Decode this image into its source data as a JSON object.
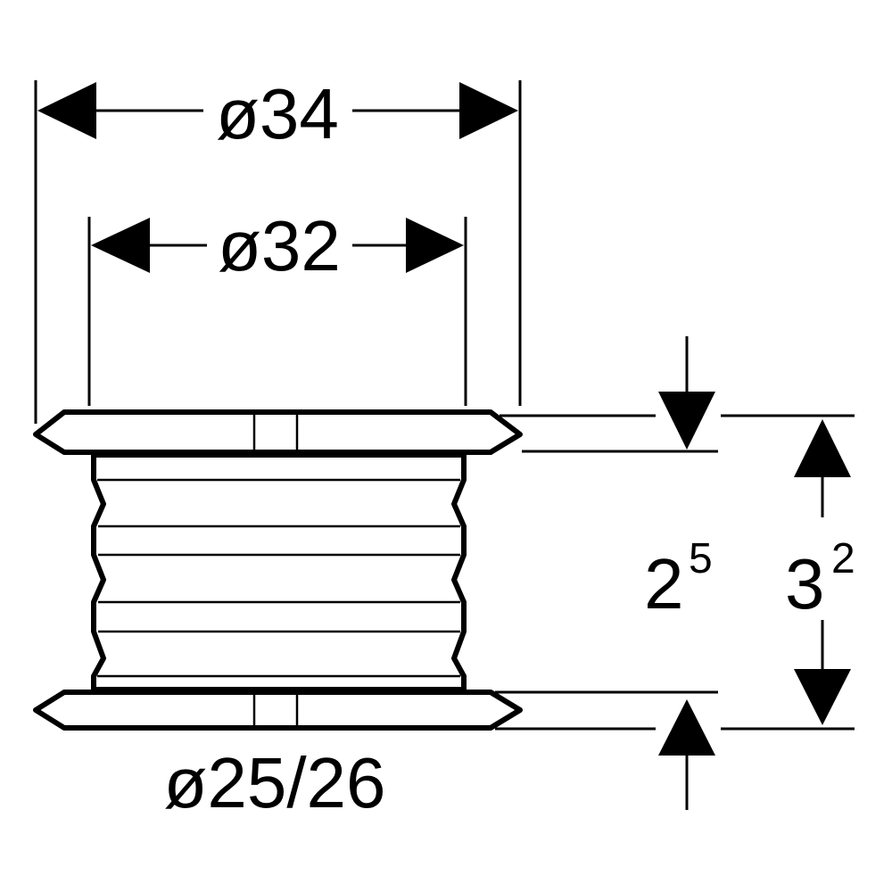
{
  "drawing": {
    "outer_diameter_label": "ø34",
    "inner_diameter_label": "ø32",
    "bore_diameter_label": "ø25/26",
    "body_height": {
      "base": "2",
      "superscript": "5"
    },
    "total_height": {
      "base": "3",
      "superscript": "2"
    }
  },
  "colors": {
    "line": "#000000",
    "background": "#ffffff"
  }
}
